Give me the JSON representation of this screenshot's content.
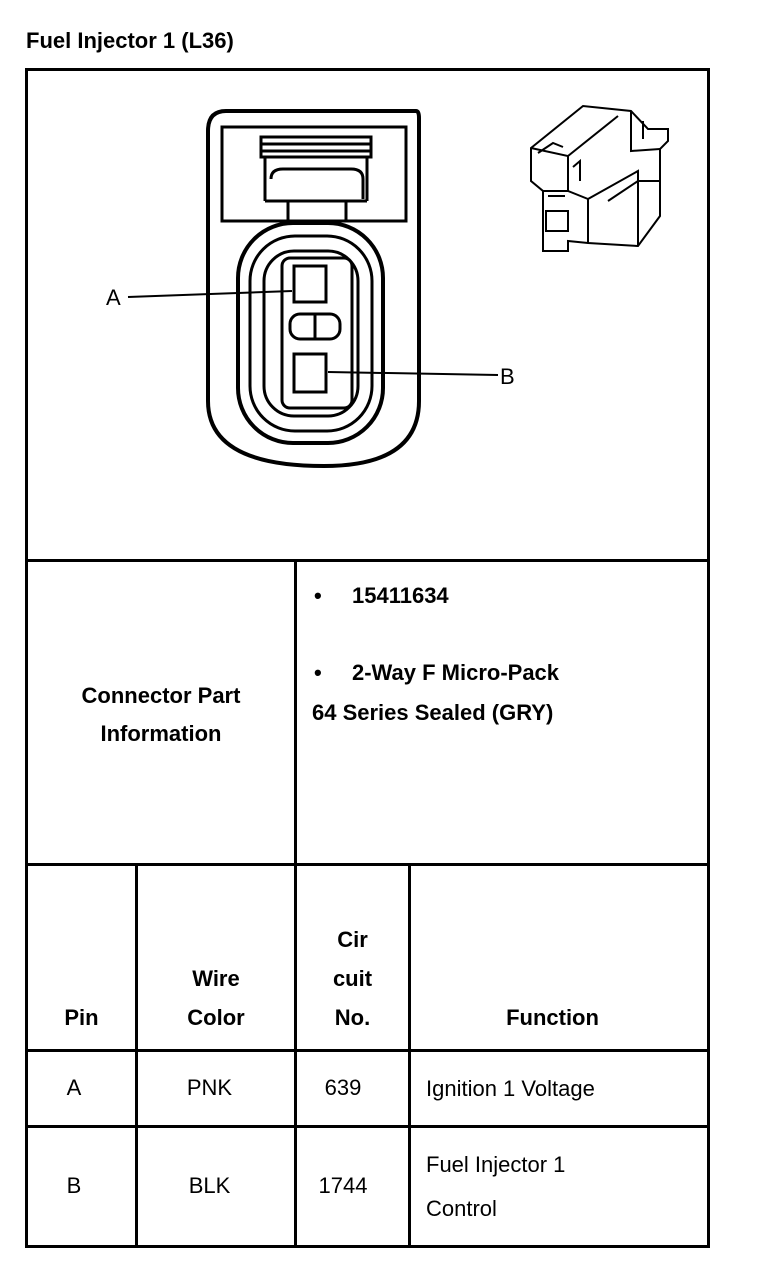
{
  "title": "Fuel Injector 1 (L36)",
  "diagram": {
    "label_a": "A",
    "label_b": "B"
  },
  "connector_info": {
    "label_line1": "Connector Part",
    "label_line2": "Information",
    "bullet": "•",
    "part_number": "15411634",
    "desc_line1": "2-Way F Micro-Pack",
    "desc_line2": "64 Series Sealed (GRY)"
  },
  "table": {
    "headers": {
      "pin": "Pin",
      "wire_color_1": "Wire",
      "wire_color_2": "Color",
      "circuit_1": "Cir",
      "circuit_2": "cuit",
      "circuit_3": "No.",
      "function": "Function"
    },
    "rows": [
      {
        "pin": "A",
        "wire_color": "PNK",
        "circuit": "639",
        "function_1": "Ignition 1 Voltage",
        "function_2": ""
      },
      {
        "pin": "B",
        "wire_color": "BLK",
        "circuit": "1744",
        "function_1": "Fuel Injector 1",
        "function_2": "Control"
      }
    ]
  }
}
